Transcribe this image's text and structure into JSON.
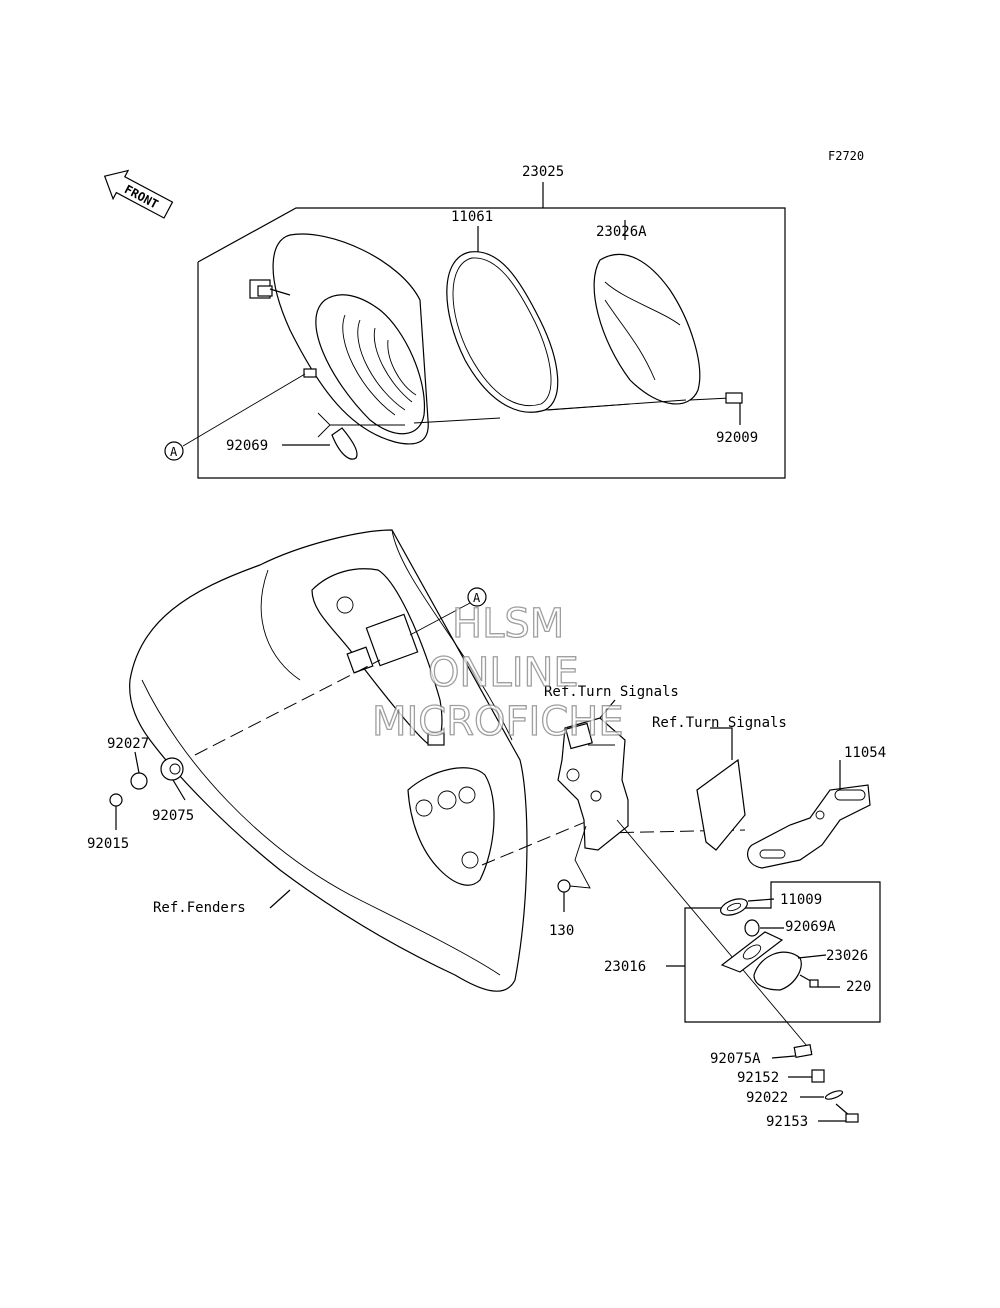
{
  "figure_code": "F2720",
  "front_arrow_text": "FRONT",
  "ref_marker": "A",
  "watermark": [
    "HLSM",
    "ONLINE",
    "MICROFICHE"
  ],
  "labels": {
    "p23025": "23025",
    "p11061": "11061",
    "p23026A": "23026A",
    "p92069": "92069",
    "p92009": "92009",
    "turn1": "Ref.Turn Signals",
    "turn2": "Ref.Turn Signals",
    "p11054": "11054",
    "p92027": "92027",
    "p92075": "92075",
    "p92015": "92015",
    "fenders": "Ref.Fenders",
    "p11009": "11009",
    "p92069A": "92069A",
    "p23026": "23026",
    "p220": "220",
    "p23016": "23016",
    "p130": "130",
    "p92075A": "92075A",
    "p92152": "92152",
    "p92022": "92022",
    "p92153": "92153"
  }
}
